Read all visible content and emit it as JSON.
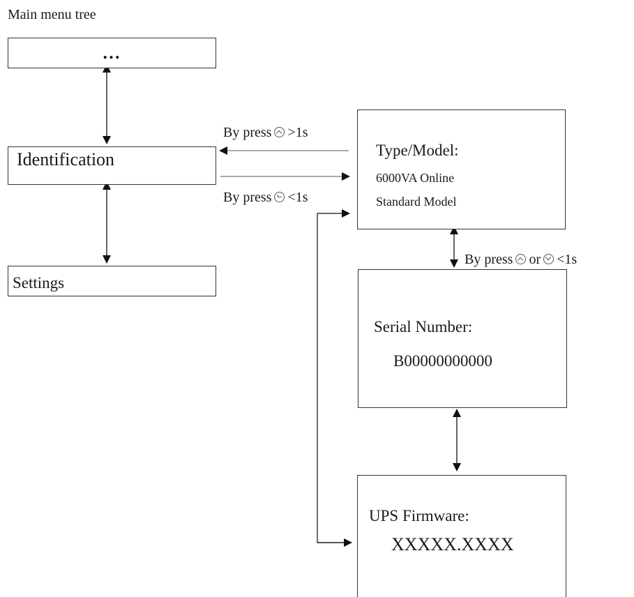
{
  "title": "Main menu tree",
  "menu": {
    "ellipsis": "…",
    "identification": "Identification",
    "settings": "Settings"
  },
  "labels": {
    "back_prefix": "By press",
    "back_suffix": ">1s",
    "enter_prefix": "By press",
    "enter_suffix": "<1s",
    "nav_prefix": "By press",
    "nav_or": "or",
    "nav_suffix": "<1s"
  },
  "icons": {
    "back": "up-button-icon",
    "enter": "enter-button-icon",
    "nav_up": "up-button-icon",
    "nav_down": "down-button-icon"
  },
  "screens": {
    "type_model": {
      "label": "Type/Model:",
      "line1": "6000VA Online",
      "line2": "Standard Model"
    },
    "serial": {
      "label": "Serial Number:",
      "value": "B00000000000"
    },
    "firmware": {
      "label": "UPS Firmware:",
      "value": "XXXXX.XXXX"
    }
  }
}
